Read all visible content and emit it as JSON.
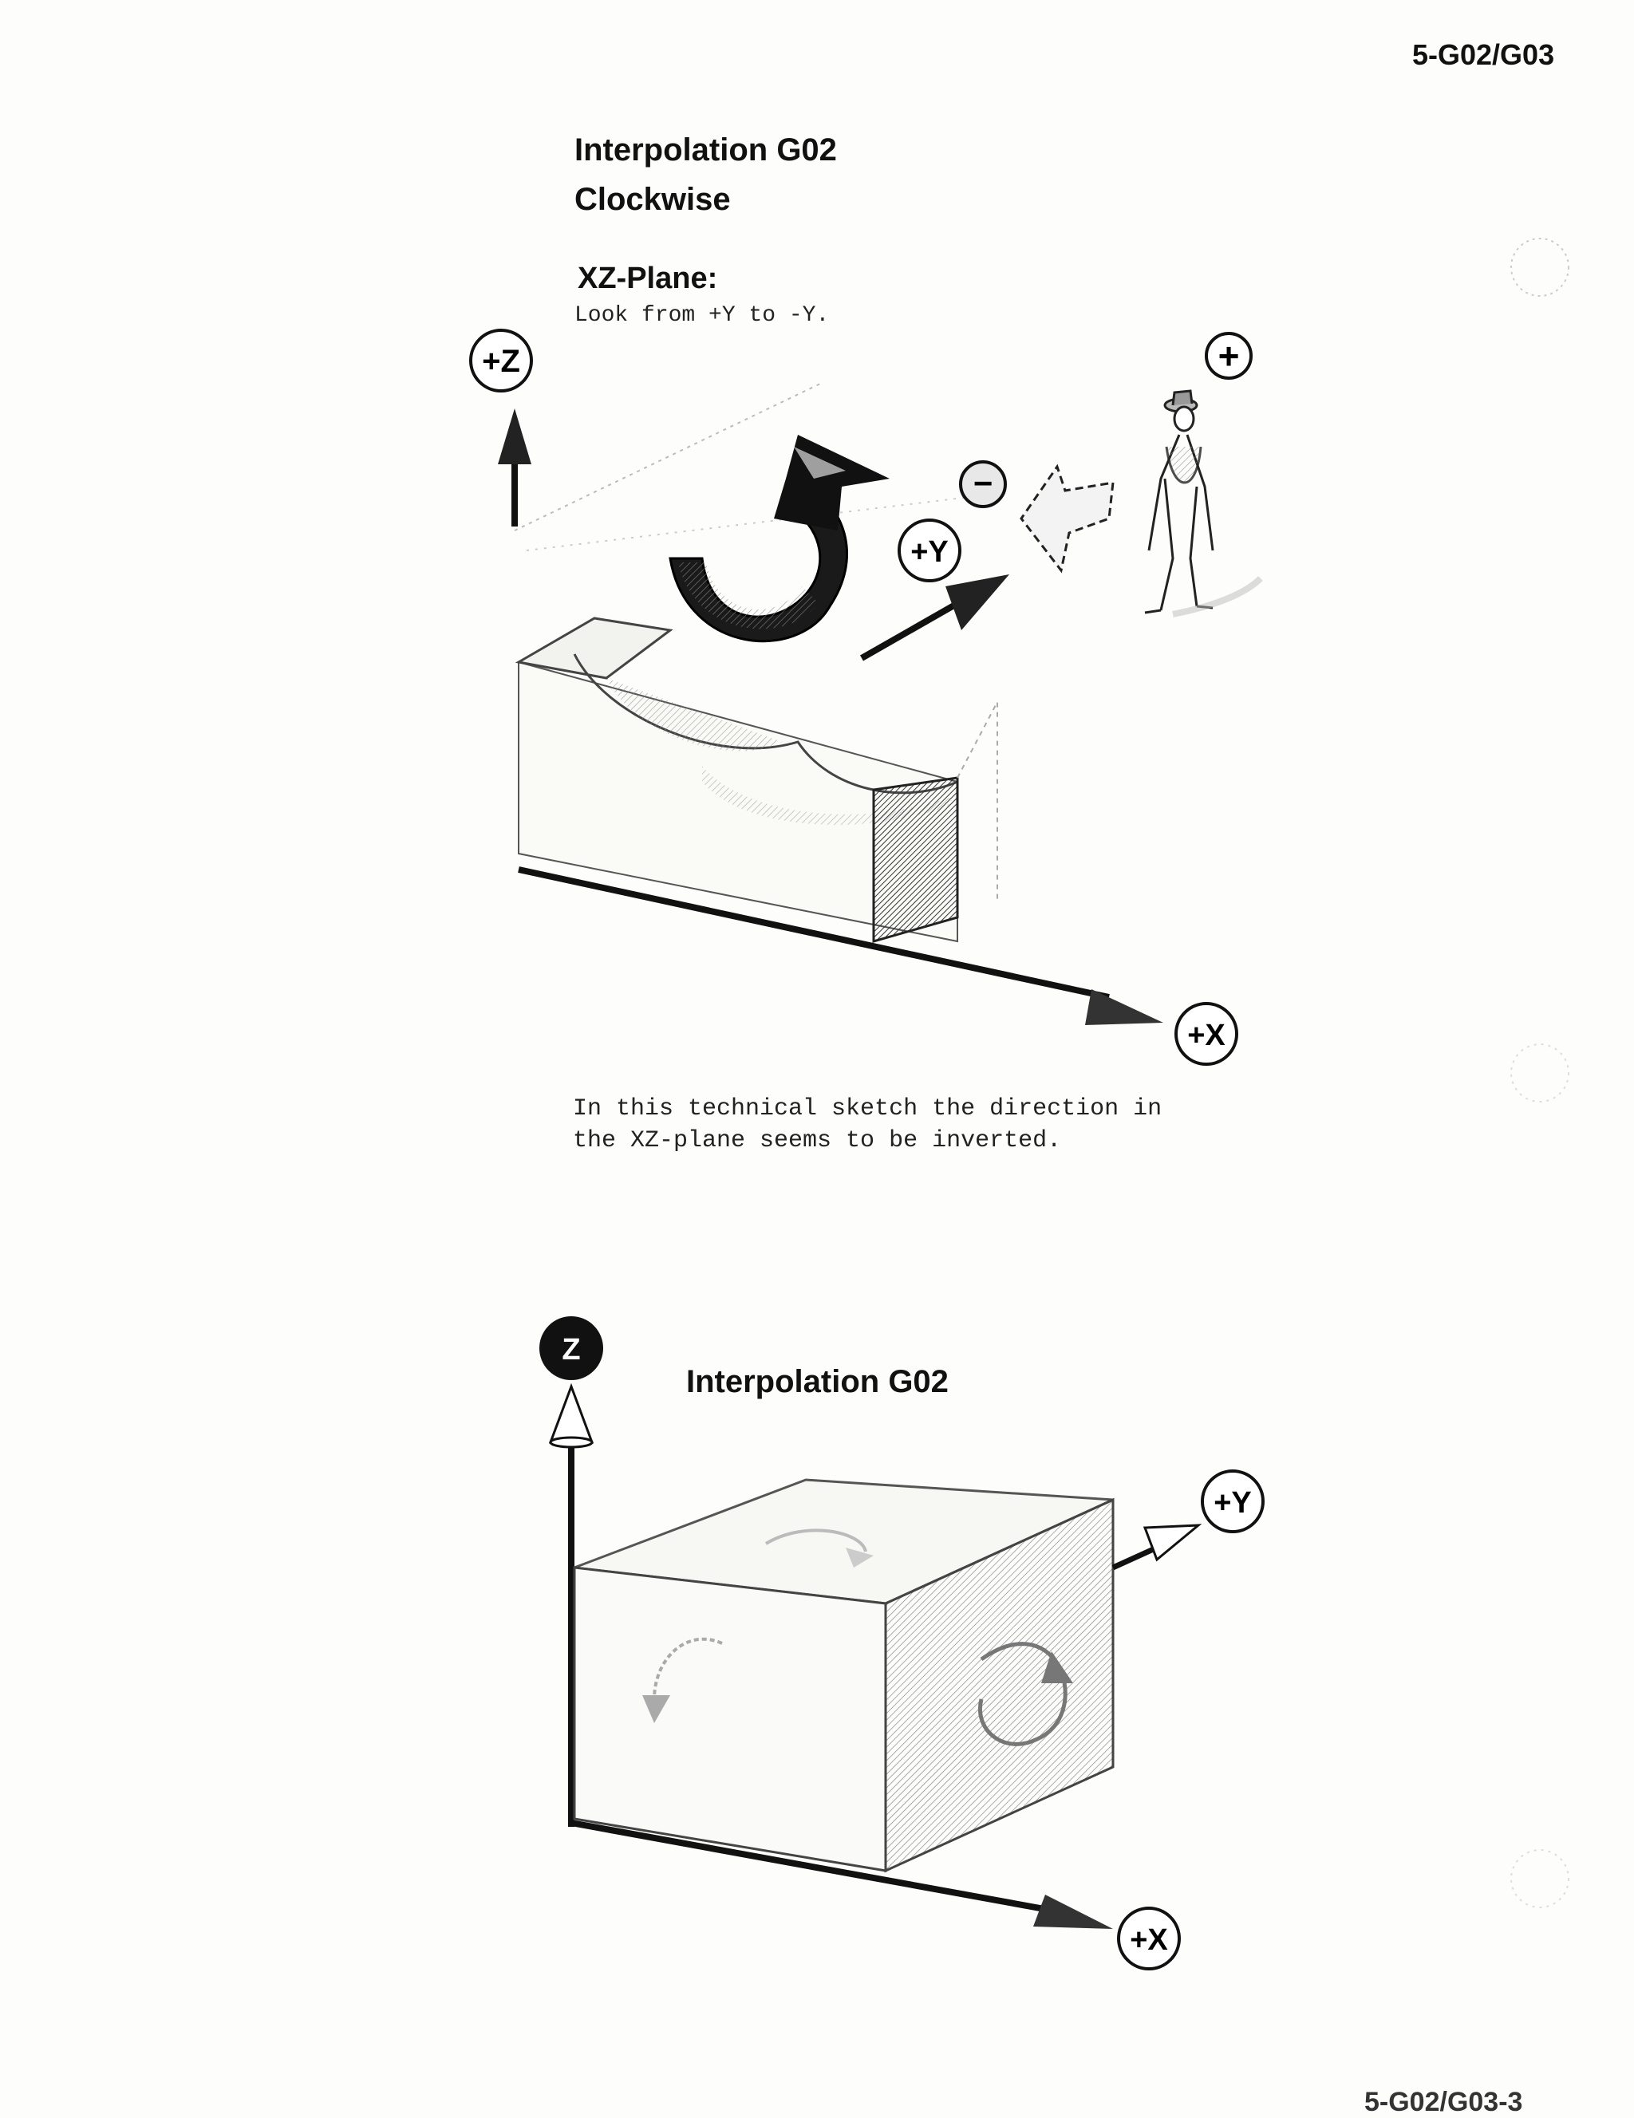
{
  "header": {
    "page_ref": "5-G02/G03"
  },
  "section_top": {
    "title_line1": "Interpolation  G02",
    "title_line2": "Clockwise",
    "plane_heading": "XZ-Plane:",
    "plane_note": "Look from +Y to -Y.",
    "caption_line1": "In this technical sketch the direction in",
    "caption_line2": "the XZ-plane seems to be inverted."
  },
  "figure_top": {
    "axis_z_label": "+Z",
    "axis_y_label": "+Y",
    "axis_x_label": "+X",
    "view_plus": "+",
    "view_minus": "−"
  },
  "section_bottom": {
    "title": "Interpolation  G02"
  },
  "figure_bottom": {
    "axis_z_label": "Z",
    "axis_y_label": "+Y",
    "axis_x_label": "+X"
  },
  "footer": {
    "page_ref": "5-G02/G03-3"
  }
}
